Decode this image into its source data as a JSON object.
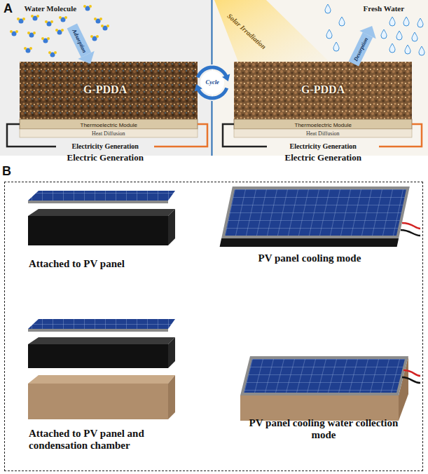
{
  "diagram": {
    "nodes": [
      {
        "text": [
          "B",
          "Attached to PV panel",
          "PV panel cooling mode",
          "Attached to PV panel and condensation chamber",
          "PV panel cooling water collection mode"
        ]
      }
    ],
    "labels": [
      "A",
      "Water Molecule",
      "Adsorption",
      "G-PDDA",
      "Thermoelectric Module",
      "Heat Diffusion",
      "Electricity Generation",
      "Electric Generation",
      "Cycle",
      "Solar Irradiation",
      "Fresh Water",
      "Desorption",
      "G-PDDA",
      "Thermoelectric Module",
      "Heat Diffusion",
      "Electricity Generation",
      "Electric Generation"
    ]
  }
}
